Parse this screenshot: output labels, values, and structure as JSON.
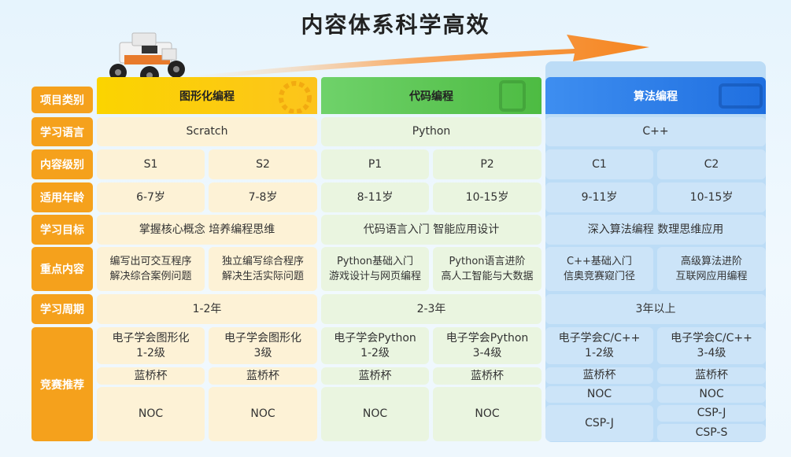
{
  "title": "内容体系科学高效",
  "row_labels": [
    "项目类别",
    "学习语言",
    "内容级别",
    "适用年龄",
    "学习目标",
    "重点内容",
    "学习周期",
    "竞赛推荐"
  ],
  "tracks": [
    {
      "name": "图形化编程",
      "language": "Scratch",
      "levels": [
        "S1",
        "S2"
      ],
      "ages": [
        "6-7岁",
        "7-8岁"
      ],
      "goal": "掌握核心概念 培养编程思维",
      "focus": [
        "编写出可交互程序\n解决综合案例问题",
        "独立编写综合程序\n解决生活实际问题"
      ],
      "period": "1-2年",
      "comp_col1": [
        "电子学会图形化\n1-2级",
        "蓝桥杯",
        "NOC"
      ],
      "comp_col2": [
        "电子学会图形化\n3级",
        "蓝桥杯",
        "NOC"
      ]
    },
    {
      "name": "代码编程",
      "language": "Python",
      "levels": [
        "P1",
        "P2"
      ],
      "ages": [
        "8-11岁",
        "10-15岁"
      ],
      "goal": "代码语言入门 智能应用设计",
      "focus": [
        "Python基础入门\n游戏设计与网页编程",
        "Python语言进阶\n高人工智能与大数据"
      ],
      "period": "2-3年",
      "comp_col1": [
        "电子学会Python\n1-2级",
        "蓝桥杯",
        "NOC"
      ],
      "comp_col2": [
        "电子学会Python\n3-4级",
        "蓝桥杯",
        "NOC"
      ]
    },
    {
      "name": "算法编程",
      "language": "C++",
      "levels": [
        "C1",
        "C2"
      ],
      "ages": [
        "9-11岁",
        "10-15岁"
      ],
      "goal": "深入算法编程 数理思维应用",
      "focus": [
        "C++基础入门\n信奥竞赛窥门径",
        "高级算法进阶\n互联网应用编程"
      ],
      "period": "3年以上",
      "comp_col1": [
        "电子学会C/C++\n1-2级",
        "蓝桥杯",
        "NOC",
        "CSP-J"
      ],
      "comp_col2": [
        "电子学会C/C++\n3-4级",
        "蓝桥杯",
        "NOC",
        "CSP-J",
        "CSP-S"
      ]
    }
  ],
  "colors": {
    "label": "#f5a11c",
    "yellow_header": "#fbd400",
    "green_header": "#5cc650",
    "blue_header": "#2a7de8",
    "arrow": "#f5851f"
  }
}
